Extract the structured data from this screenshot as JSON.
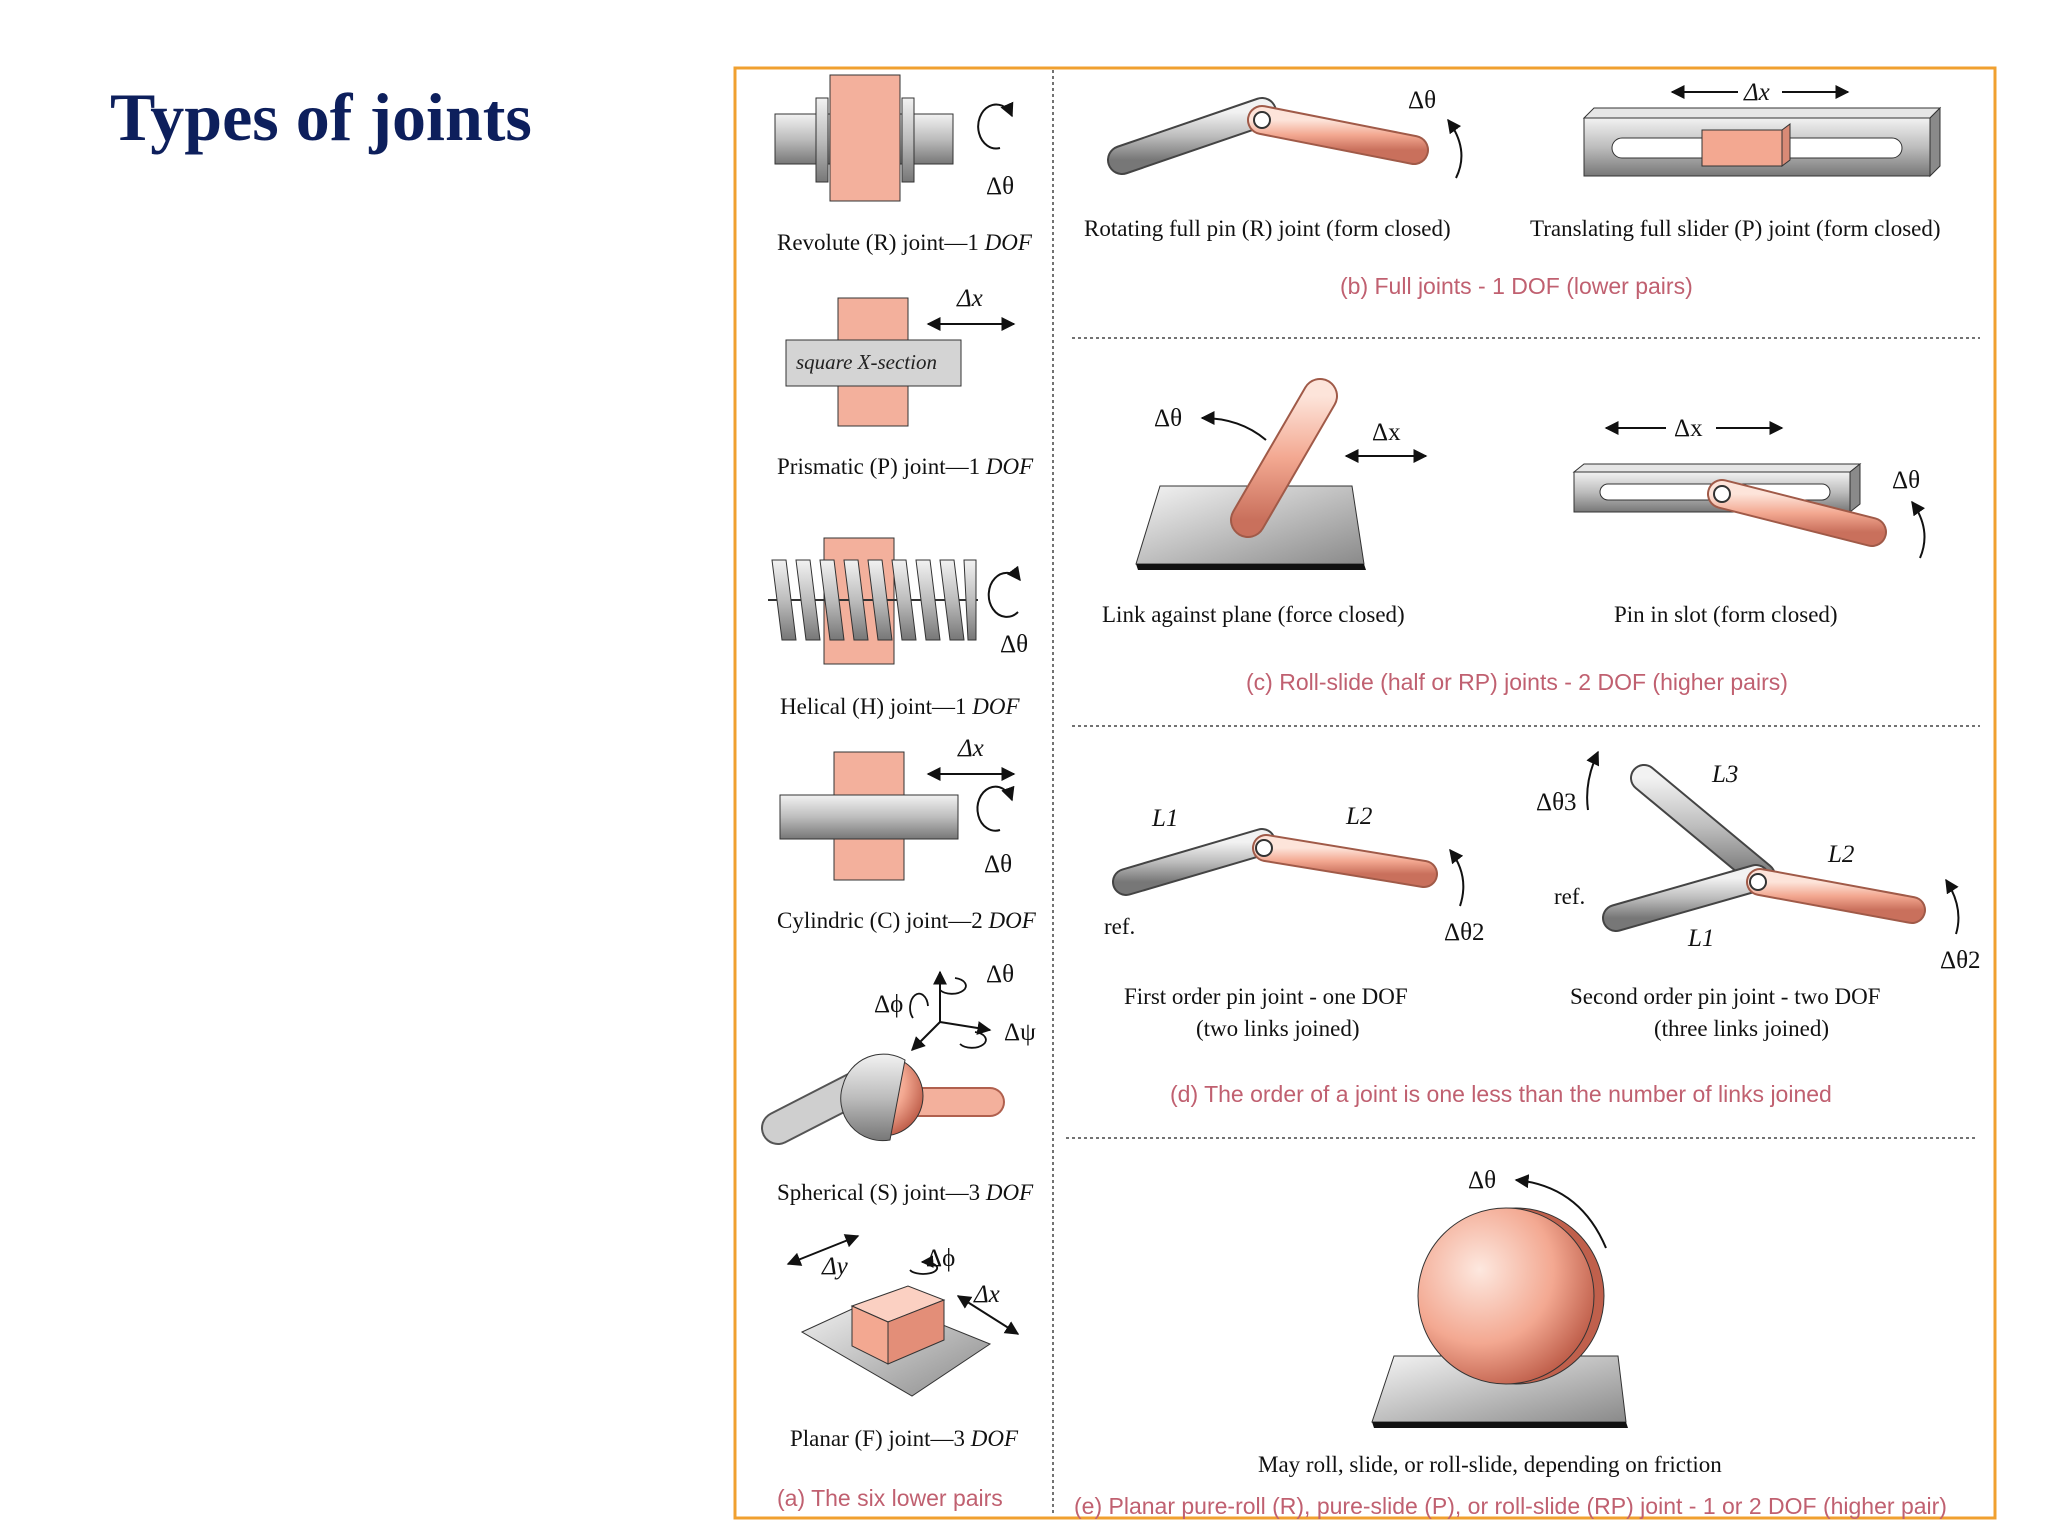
{
  "slide": {
    "title": "Types of joints"
  },
  "colors": {
    "frame": "#f0a030",
    "pink": "#f3b09c",
    "gray": "#c8c8c8",
    "caption_sub": "#c06070",
    "title": "#0d1f5c"
  },
  "lower_pairs": {
    "revolute": {
      "label": "Revolute (R) joint—1",
      "dof": "DOF",
      "symbol": "Δθ"
    },
    "prismatic": {
      "label": "Prismatic (P) joint—1",
      "dof": "DOF",
      "symbol": "Δx",
      "section_label": "square X-section"
    },
    "helical": {
      "label": "Helical (H) joint—1",
      "dof": "DOF",
      "symbol": "Δθ"
    },
    "cylindric": {
      "label": "Cylindric (C) joint—2",
      "dof": "DOF",
      "symbol_x": "Δx",
      "symbol_theta": "Δθ"
    },
    "spherical": {
      "label": "Spherical (S) joint—3",
      "dof": "DOF",
      "symbol_theta": "Δθ",
      "symbol_phi": "Δϕ",
      "symbol_psi": "Δψ"
    },
    "planar": {
      "label": "Planar (F) joint—3",
      "dof": "DOF",
      "symbol_y": "Δy",
      "symbol_phi": "Δϕ",
      "symbol_x": "Δx"
    },
    "caption_a": "(a)  The six lower pairs"
  },
  "full_joints": {
    "rotating": {
      "label": "Rotating full pin (R) joint (form closed)",
      "symbol": "Δθ"
    },
    "translating": {
      "label": "Translating full slider (P) joint (form closed)",
      "symbol": "Δx"
    },
    "caption_b": "(b)  Full joints - 1 DOF (lower pairs)"
  },
  "roll_slide": {
    "link_plane": {
      "label": "Link against plane (force closed)",
      "symbol_theta": "Δθ",
      "symbol_x": "Δx"
    },
    "pin_slot": {
      "label": "Pin in slot (form closed)",
      "symbol_x": "Δx",
      "symbol_theta": "Δθ"
    },
    "caption_c": "(c) Roll-slide (half or RP)  joints - 2 DOF  (higher pairs)"
  },
  "order": {
    "first": {
      "line1": "First order pin joint - one DOF",
      "line2": "(two links joined)",
      "L1": "L1",
      "L2": "L2",
      "ref": "ref.",
      "symbol": "Δθ2"
    },
    "second": {
      "line1": "Second order pin joint -  two DOF",
      "line2": "(three links joined)",
      "L1": "L1",
      "L2": "L2",
      "L3": "L3",
      "ref": "ref.",
      "symbol3": "Δθ3",
      "symbol2": "Δθ2"
    },
    "caption_d": "(d)   The order of a joint is one less than the number of links joined"
  },
  "planar_roll": {
    "label": "May roll, slide, or roll-slide, depending on friction",
    "symbol": "Δθ",
    "caption_e": "(e)  Planar pure-roll (R), pure-slide (P), or roll-slide (RP) joint - 1 or 2 DOF  (higher pair)"
  }
}
